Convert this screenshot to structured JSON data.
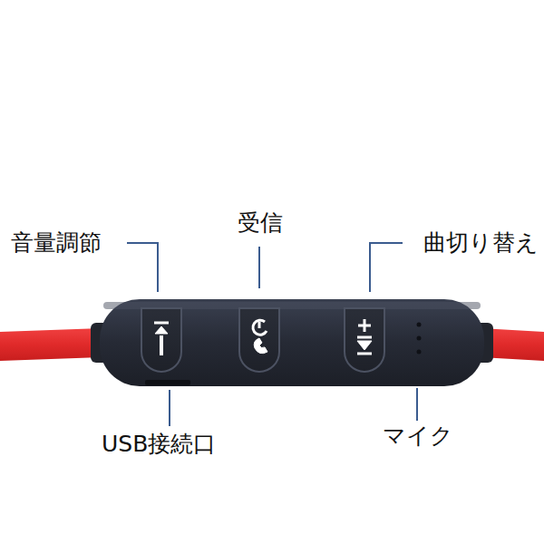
{
  "diagram": {
    "labels": [
      "音量調節",
      "受信",
      "曲切り替え",
      "USB接続口",
      "マイク"
    ]
  }
}
